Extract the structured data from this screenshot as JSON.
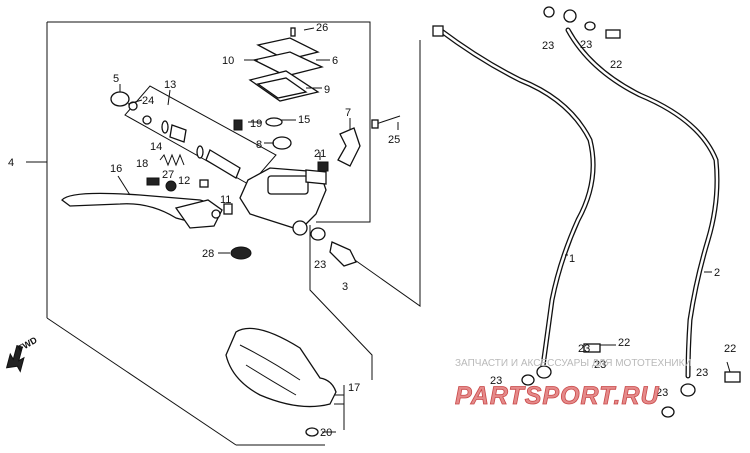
{
  "diagram": {
    "orientation_marker": "FWD",
    "labels": {
      "p1": "1",
      "p2": "2",
      "p3": "3",
      "p4": "4",
      "p5": "5",
      "p6": "6",
      "p7": "7",
      "p8": "8",
      "p9": "9",
      "p10": "10",
      "p11": "11",
      "p12": "12",
      "p13": "13",
      "p14": "14",
      "p15": "15",
      "p16": "16",
      "p17": "17",
      "p18": "18",
      "p19": "19",
      "p20": "20",
      "p21": "21",
      "p22": "22",
      "p23": "23",
      "p24": "24",
      "p25": "25",
      "p26": "26",
      "p27": "27",
      "p28": "28"
    }
  },
  "watermark": {
    "caption": "ЗАПЧАСТИ И АКСЕССУАРЫ ДЛЯ МОТОТЕХНИКИ",
    "logo": "PARTSPORT.RU",
    "colors": {
      "logo_fill": "#e58a8a",
      "logo_stroke": "#c94949",
      "caption": "#b9b9b9"
    }
  }
}
